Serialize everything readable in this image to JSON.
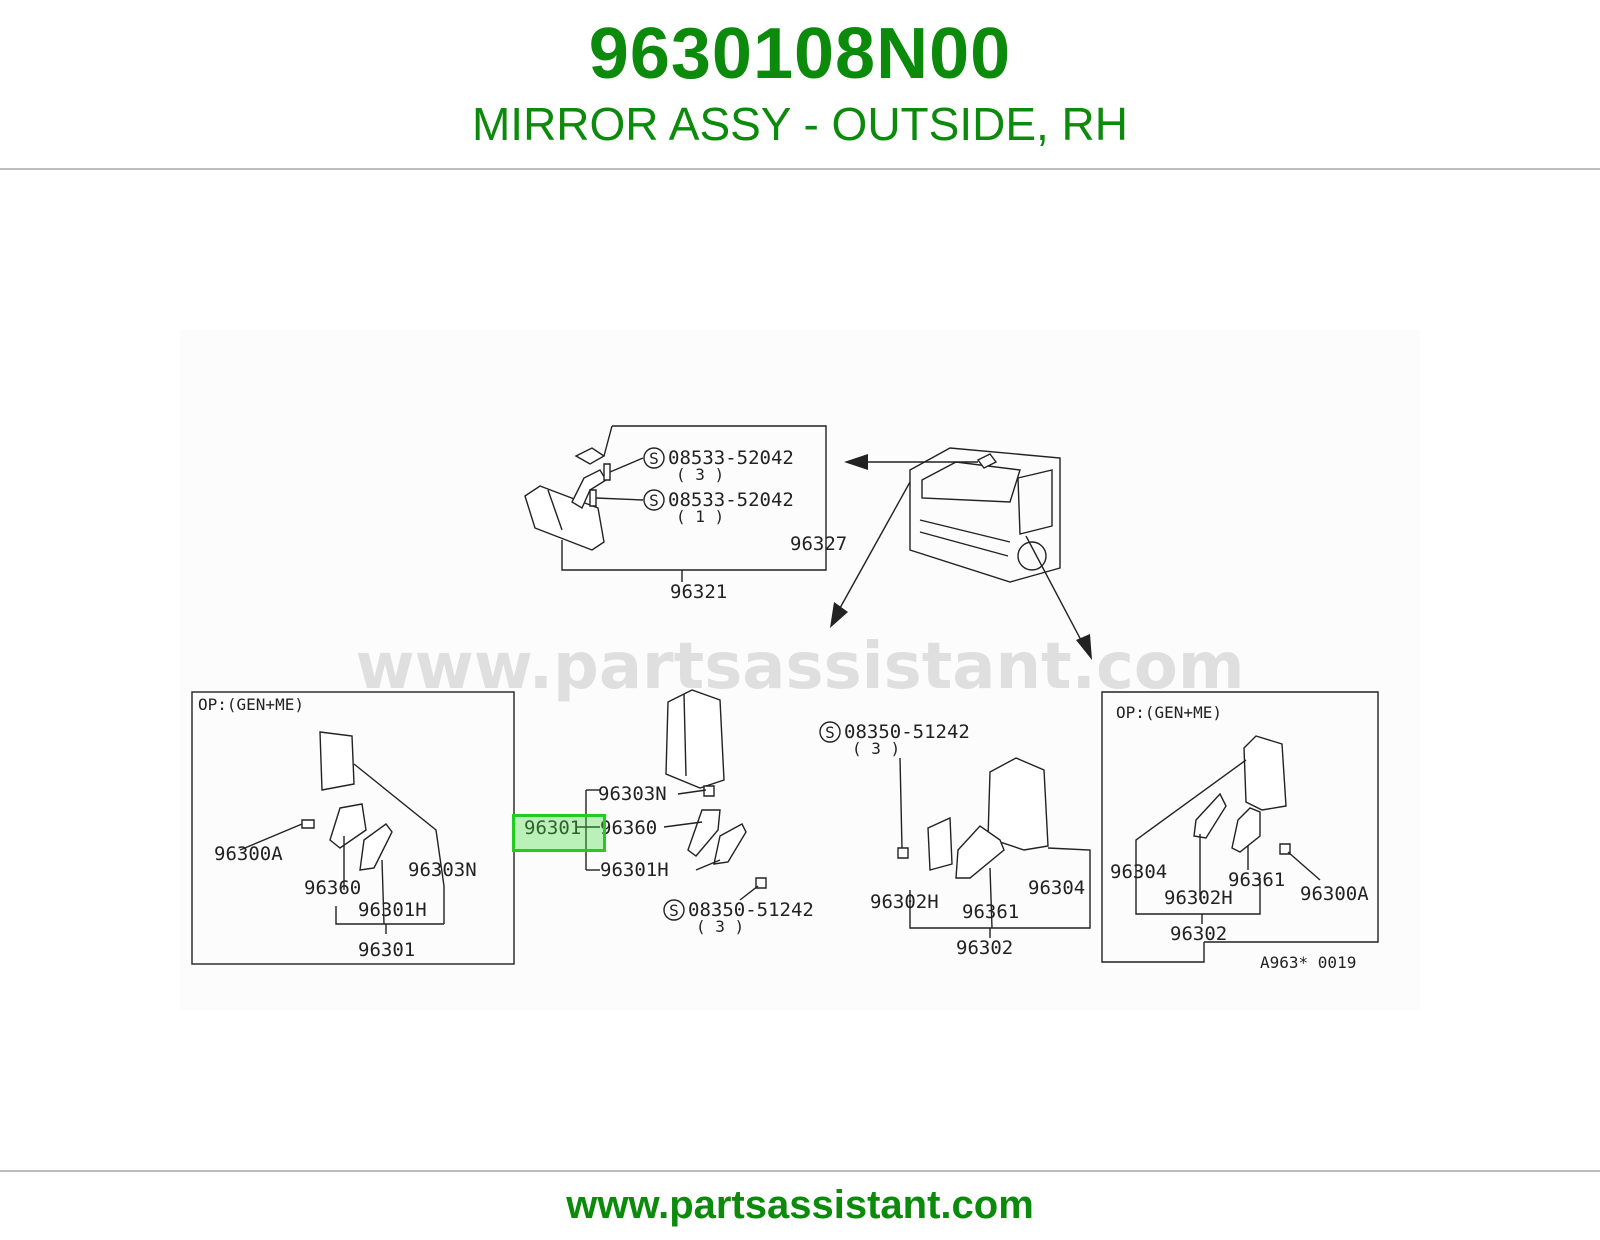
{
  "header": {
    "part_number": "9630108N00",
    "part_name": "MIRROR ASSY - OUTSIDE, RH"
  },
  "footer": {
    "url": "www.partsassistant.com"
  },
  "diagram": {
    "watermark": "www.partsassistant.com",
    "highlighted_part": "96301",
    "drawing_code": "A963* 0019",
    "left_box_title": "OP:(GEN+ME)",
    "right_box_title": "OP:(GEN+ME)",
    "inner": {
      "s1_part": "08533-52042",
      "s1_qty": "( 3 )",
      "s2_part": "08533-52042",
      "s2_qty": "( 1 )",
      "p96327": "96327",
      "p96321": "96321"
    },
    "left": {
      "p96300A": "96300A",
      "p96360": "96360",
      "p96303N": "96303N",
      "p96301H": "96301H",
      "p96301": "96301"
    },
    "center": {
      "p96303N": "96303N",
      "p96360": "96360",
      "p96301H": "96301H",
      "s_part": "08350-51242",
      "s_qty": "( 3 )"
    },
    "right_mid": {
      "s_part": "08350-51242",
      "s_qty": "( 3 )",
      "p96302H": "96302H",
      "p96361": "96361",
      "p96304": "96304",
      "p96302": "96302"
    },
    "right": {
      "p96304": "96304",
      "p96302H": "96302H",
      "p96361": "96361",
      "p96300A": "96300A",
      "p96302": "96302"
    },
    "s_symbol": "S",
    "accent_color": "#0b8a0b",
    "highlight_color": "#22cc22"
  }
}
